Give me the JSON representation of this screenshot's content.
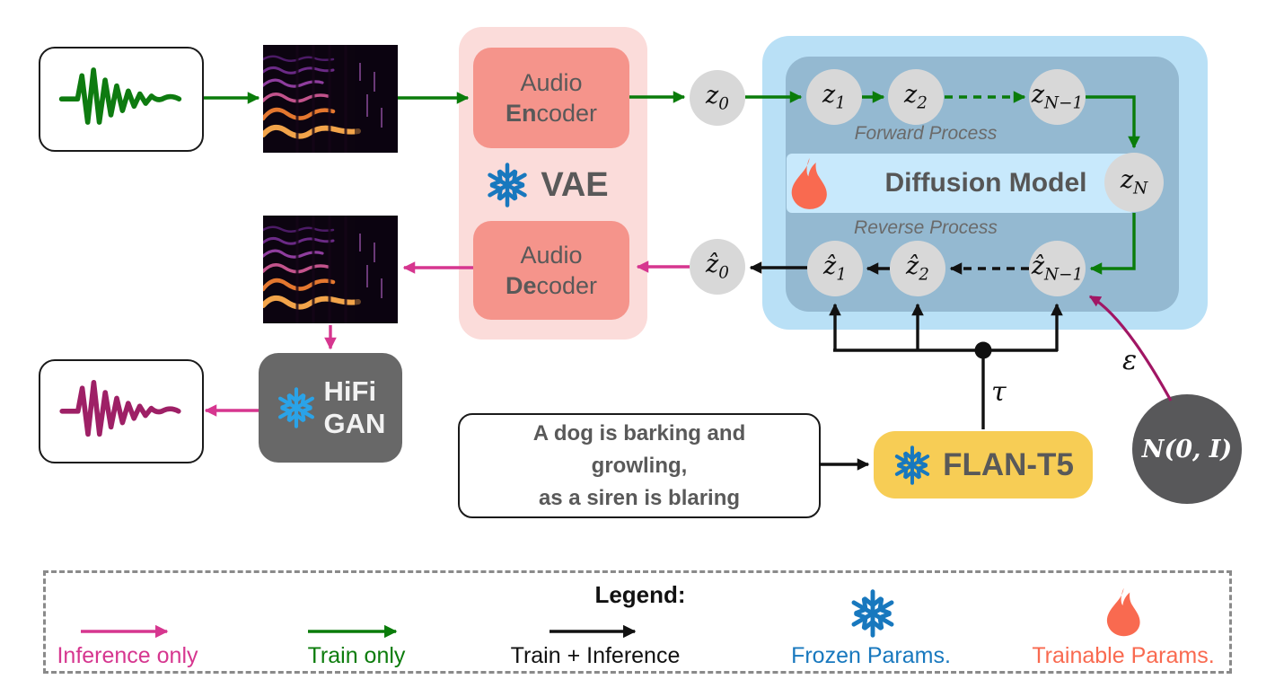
{
  "palette": {
    "train_green": "#0a7c0a",
    "inference_pink": "#d6368f",
    "epsilon_purple": "#a11664",
    "train_inference_black": "#111111",
    "frozen_blue": "#1878be",
    "trainable_coral": "#f96a50",
    "vae_group_bg": "#fbdcda",
    "vae_codec_bg": "#f5948b",
    "diffusion_outer_bg": "#b9e0f6",
    "diffusion_inner_bg": "#94b9d1",
    "diffusion_banner_bg": "#c8e9fc",
    "flan_bg": "#f7cd55",
    "latent_circle": "#d8d8d8",
    "noise_circle": "#58585a",
    "hifigan_bg": "#686868",
    "label_gray": "#595959"
  },
  "vae": {
    "label": "VAE",
    "encoder": {
      "line1": "Audio",
      "bold": "En",
      "rest": "coder"
    },
    "decoder": {
      "line1": "Audio",
      "bold": "De",
      "rest": "coder"
    }
  },
  "diffusion": {
    "title": "Diffusion Model",
    "forward_label": "Forward Process",
    "reverse_label": "Reverse Process"
  },
  "latents": {
    "z0": {
      "base": "z",
      "sub": "0"
    },
    "z1": {
      "base": "z",
      "sub": "1"
    },
    "z2": {
      "base": "z",
      "sub": "2"
    },
    "zN1": {
      "base": "z",
      "sub": "N−1"
    },
    "zN": {
      "base": "z",
      "sub": "N"
    },
    "zh0": {
      "base": "ẑ",
      "sub": "0"
    },
    "zh1": {
      "base": "ẑ",
      "sub": "1"
    },
    "zh2": {
      "base": "ẑ",
      "sub": "2"
    },
    "zhN1": {
      "base": "ẑ",
      "sub": "N−1"
    }
  },
  "conditioning": {
    "tau": "τ",
    "epsilon": "ε"
  },
  "text_encoder": {
    "label": "FLAN-T5"
  },
  "prompt": {
    "lines": [
      "A dog is barking and",
      "growling,",
      "as a siren is blaring"
    ]
  },
  "noise": {
    "label": "N(0, I)"
  },
  "vocoder": {
    "line1": "HiFi",
    "line2": "GAN"
  },
  "legend": {
    "title": "Legend:",
    "inference": {
      "label": "Inference only"
    },
    "train": {
      "label": "Train only"
    },
    "both": {
      "label": "Train + Inference"
    },
    "frozen": {
      "label": "Frozen Params."
    },
    "trainable": {
      "label": "Trainable Params."
    }
  }
}
